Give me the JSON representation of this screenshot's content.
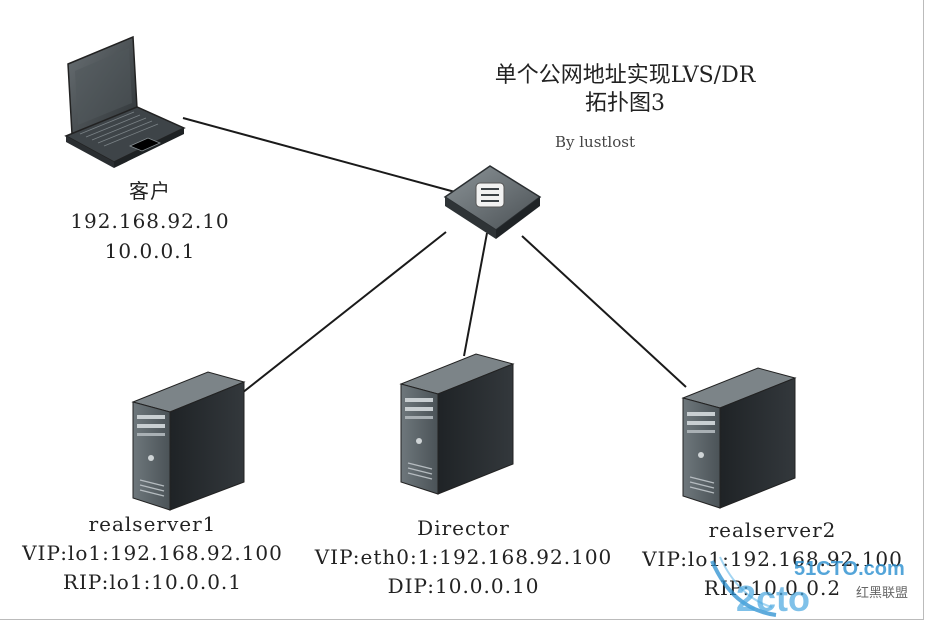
{
  "title": {
    "line1": "单个公网地址实现LVS/DR",
    "line2": "拓扑图3"
  },
  "author": "By lustlost",
  "client": {
    "name": "客户",
    "ip1": "192.168.92.10",
    "ip2": "10.0.0.1"
  },
  "realserver1": {
    "name": "realserver1",
    "vip": "VIP:lo1:192.168.92.100",
    "rip": "RIP:lo1:10.0.0.1"
  },
  "director": {
    "name": "Director",
    "vip": "VIP:eth0:1:192.168.92.100",
    "dip": "DIP:10.0.0.10"
  },
  "realserver2": {
    "name": "realserver2",
    "vip": "VIP:lo1:192.168.92.100",
    "rip": "RIP:10.0.0.2"
  },
  "watermark": {
    "site": "51CTO.com",
    "brand": "2cto",
    "tag": "红黑联盟"
  },
  "colors": {
    "line": "#1a1a1a",
    "server_dark": "#2b2f33",
    "server_front": "#5d6569",
    "switch_body": "#3c4246",
    "laptop_body": "#3e4448",
    "watermark_blue": "#2a8fd0"
  }
}
